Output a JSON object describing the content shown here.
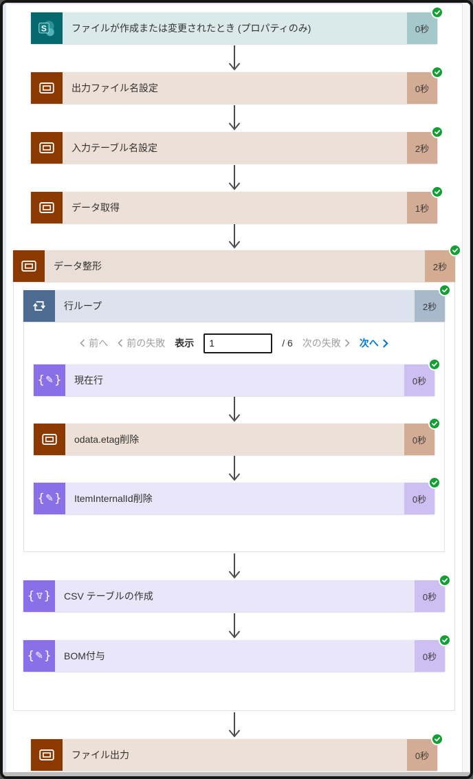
{
  "colors": {
    "sharepoint": "#05696E",
    "compose_brown": "#8C3900",
    "loop_blue": "#4D6A92",
    "variable_purple": "#8B6FE9",
    "success_green": "#12A035",
    "link_blue": "#0078D4"
  },
  "nodes": {
    "trigger": {
      "title": "ファイルが作成または変更されたとき (プロパティのみ)",
      "duration": "0秒"
    },
    "set_output_filename": {
      "title": "出力ファイル名設定",
      "duration": "0秒"
    },
    "set_input_table": {
      "title": "入力テーブル名設定",
      "duration": "2秒"
    },
    "get_data": {
      "title": "データ取得",
      "duration": "1秒"
    },
    "scope_shape_data": {
      "title": "データ整形",
      "duration": "2秒"
    },
    "row_loop": {
      "title": "行ループ",
      "duration": "2秒"
    },
    "current_row": {
      "title": "現在行",
      "duration": "0秒"
    },
    "remove_odata_etag": {
      "title": "odata.etag削除",
      "duration": "0秒"
    },
    "remove_item_internal_id": {
      "title": "ItemInternalId削除",
      "duration": "0秒"
    },
    "create_csv_table": {
      "title": "CSV テーブルの作成",
      "duration": "0秒"
    },
    "add_bom": {
      "title": "BOM付与",
      "duration": "0秒"
    },
    "file_output": {
      "title": "ファイル出力",
      "duration": "0秒"
    }
  },
  "pagination": {
    "prev": "前へ",
    "prev_failed": "前の失敗",
    "display_label": "表示",
    "page_value": "1",
    "total": "/ 6",
    "next_failed": "次の失敗",
    "next": "次へ"
  }
}
